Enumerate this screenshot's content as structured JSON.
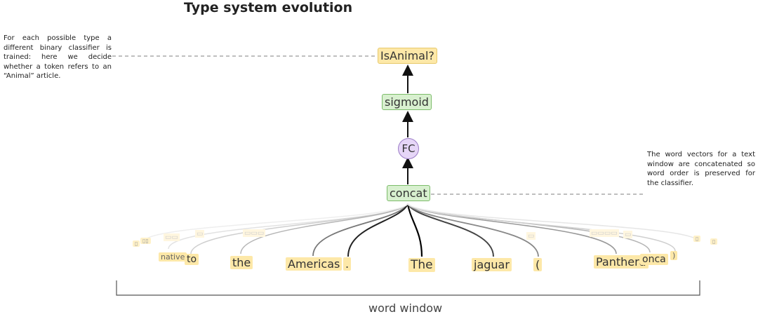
{
  "title": "Type system evolution",
  "notes": {
    "left": "For each possible type a different binary classifier is trained: here we decide whether a token refers to an “Animal” article.",
    "right": "The word vectors for a text window are concatenated so word order is preserved for the classifier."
  },
  "nodes": {
    "output": "IsAnimal?",
    "sigmoid": "sigmoid",
    "fc": "FC",
    "concat": "concat"
  },
  "tokens": [
    "native",
    "to",
    "the",
    "Americas",
    ".",
    "The",
    "jaguar",
    "(",
    "Panthera",
    "onca",
    ")"
  ],
  "window_label": "word window",
  "colors": {
    "token_fill": "#fde8a8",
    "layer_fill": "#d8f0cf",
    "fc_fill": "#e6d6f7"
  }
}
